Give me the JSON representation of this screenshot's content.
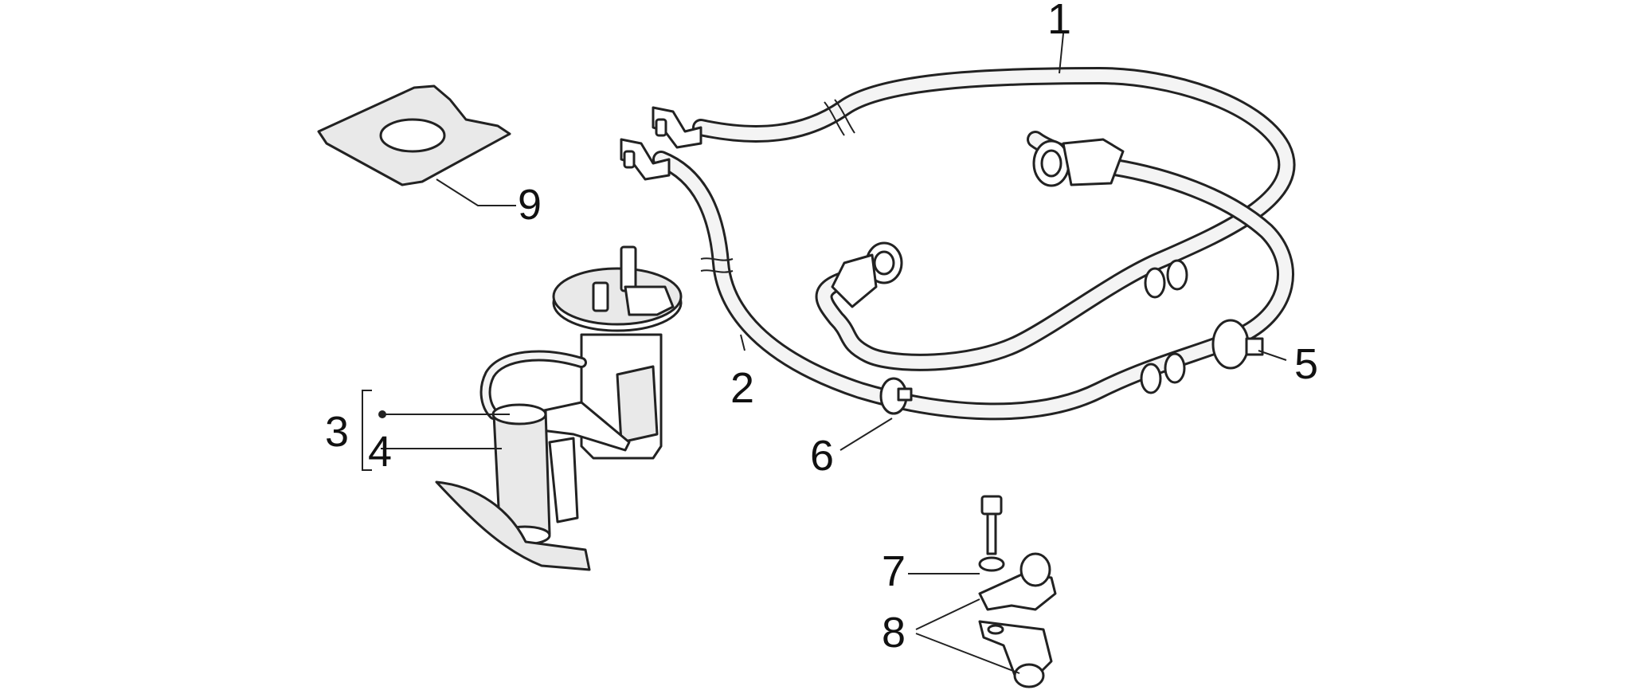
{
  "diagram": {
    "callouts": [
      {
        "id": "1",
        "text": "1"
      },
      {
        "id": "2",
        "text": "2"
      },
      {
        "id": "3",
        "text": "3"
      },
      {
        "id": "4",
        "text": "4"
      },
      {
        "id": "5",
        "text": "5"
      },
      {
        "id": "6",
        "text": "6"
      },
      {
        "id": "7",
        "text": "7"
      },
      {
        "id": "8",
        "text": "8"
      },
      {
        "id": "9",
        "text": "9"
      }
    ],
    "colors": {
      "line": "#222222",
      "background": "#ffffff",
      "fill": "#e9e9e9"
    }
  }
}
